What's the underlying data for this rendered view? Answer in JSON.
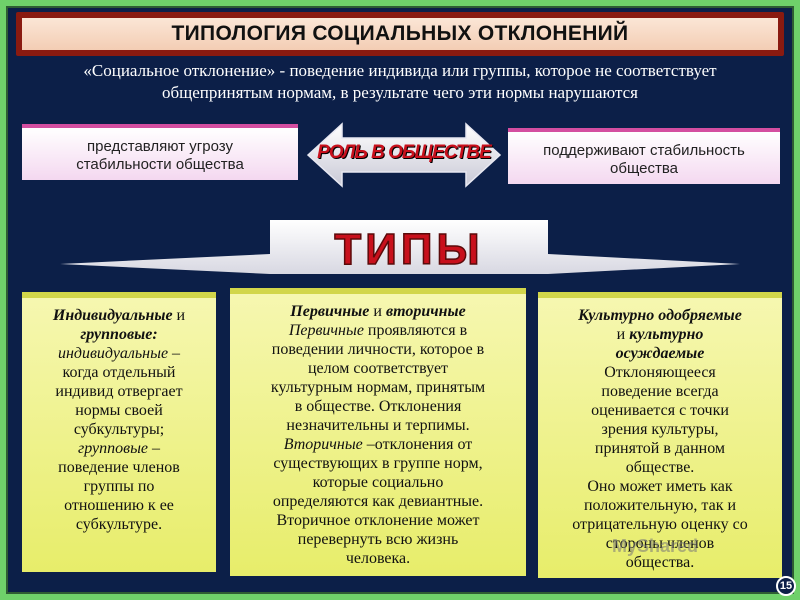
{
  "title": "ТИПОЛОГИЯ СОЦИАЛЬНЫХ ОТКЛОНЕНИЙ",
  "definition": {
    "line1": "«Социальное отклонение» - поведение индивида или группы, которое не соответствует",
    "line2": "общепринятым нормам, в результате чего эти нормы нарушаются"
  },
  "role": {
    "label": "РОЛЬ В ОБЩЕСТВЕ",
    "left_line1": "представляют угрозу",
    "left_line2": "стабильности общества",
    "right_line1": "поддерживают стабильность",
    "right_line2": "общества"
  },
  "types_banner": "ТИПЫ",
  "card1": {
    "heading_a": "Индивидуальные",
    "heading_conj": " и",
    "heading_b": "групповые",
    "heading_colon": ":",
    "term1": "индивидуальные",
    "term1_rest": " –",
    "def1_l1": "когда отдельный",
    "def1_l2": "индивид отвергает",
    "def1_l3": "нормы своей",
    "def1_l4": "субкультуры;",
    "term2": "групповые",
    "term2_rest": " –",
    "def2_l1": "поведение членов",
    "def2_l2": "группы по",
    "def2_l3": "отношению к ее",
    "def2_l4": "субкультуре."
  },
  "card2": {
    "heading_a": "Первичные",
    "heading_conj": " и ",
    "heading_b": "вторичные",
    "term1": "Первичные",
    "def1_l1": " проявляются в",
    "def1_l2": "поведении личности, которое в",
    "def1_l3": "целом соответствует",
    "def1_l4": "культурным нормам, принятым",
    "def1_l5": "в обществе. Отклонения",
    "def1_l6": "незначительны и терпимы.",
    "term2": "Вторичные",
    "def2_l1": " –отклонения от",
    "def2_l2": "существующих в группе норм,",
    "def2_l3": "которые социально",
    "def2_l4": "определяются как девиантные.",
    "def3_l1": "Вторичное отклонение может",
    "def3_l2": "перевернуть всю жизнь",
    "def3_l3": "человека."
  },
  "card3": {
    "heading_l1": "Культурно одобряемые",
    "heading_l2_conj": "и ",
    "heading_l2": "культурно",
    "heading_l3": "осуждаемые",
    "l1": "Отклоняющееся",
    "l2": "поведение всегда",
    "l3": "оценивается с точки",
    "l4": "зрения культуры,",
    "l5": "принятой в данном",
    "l6": "обществе.",
    "l7": "Оно может иметь как",
    "l8": "положительную, так и",
    "l9": "отрицательную оценку со",
    "l10": "стороны членов",
    "l11": "общества."
  },
  "watermark": "MyShared",
  "slide_number": "15",
  "colors": {
    "background": "#0c1f48",
    "outer": "#6fd06a",
    "accent_red": "#c8101c",
    "card": "#eef186"
  }
}
